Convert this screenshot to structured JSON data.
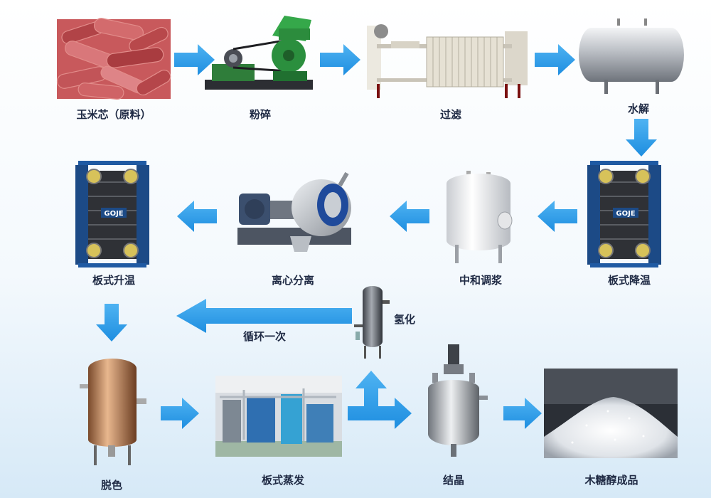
{
  "diagram": {
    "arrow_color": "#2f9ee8",
    "label_color": "#1f2a44",
    "steps": [
      {
        "id": "corncob",
        "label": "玉米芯（原料）"
      },
      {
        "id": "crush",
        "label": "粉碎"
      },
      {
        "id": "filter",
        "label": "过滤"
      },
      {
        "id": "hydrolysis",
        "label": "水解"
      },
      {
        "id": "plate-cooling",
        "label": "板式降温"
      },
      {
        "id": "neutralize",
        "label": "中和调浆"
      },
      {
        "id": "centrifuge",
        "label": "离心分离"
      },
      {
        "id": "plate-heating",
        "label": "板式升温"
      },
      {
        "id": "decolor",
        "label": "脱色"
      },
      {
        "id": "plate-evaporation",
        "label": "板式蒸发"
      },
      {
        "id": "crystallize",
        "label": "结晶"
      },
      {
        "id": "xylitol",
        "label": "木糖醇成品"
      },
      {
        "id": "hydrogenation",
        "label": "氢化"
      }
    ],
    "loop_label": "循环一次",
    "brand_mark": "GOJE"
  }
}
